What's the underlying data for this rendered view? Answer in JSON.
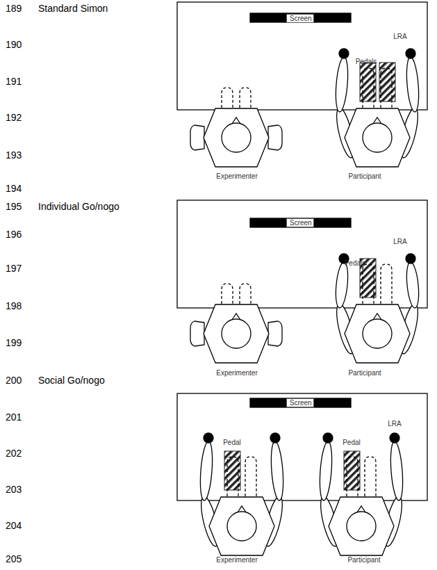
{
  "diagram": {
    "nodes": [
      {
        "text": [
          "Screen"
        ]
      },
      {
        "text": [
          "Screen"
        ]
      },
      {
        "text": [
          "Screen"
        ]
      }
    ],
    "labels": [
      "189",
      "190",
      "191",
      "192",
      "193",
      "194",
      "195",
      "196",
      "197",
      "198",
      "199",
      "200",
      "201",
      "202",
      "203",
      "204",
      "205",
      "Standard Simon",
      "Individual Go/nogo",
      "Social Go/nogo",
      "LRA",
      "Pedals",
      "Experimenter",
      "Participant",
      "LRA",
      "Pedals",
      "Experimenter",
      "Participant",
      "Pedal",
      "LRA",
      "Pedal",
      "Experimenter",
      "Participant"
    ]
  }
}
